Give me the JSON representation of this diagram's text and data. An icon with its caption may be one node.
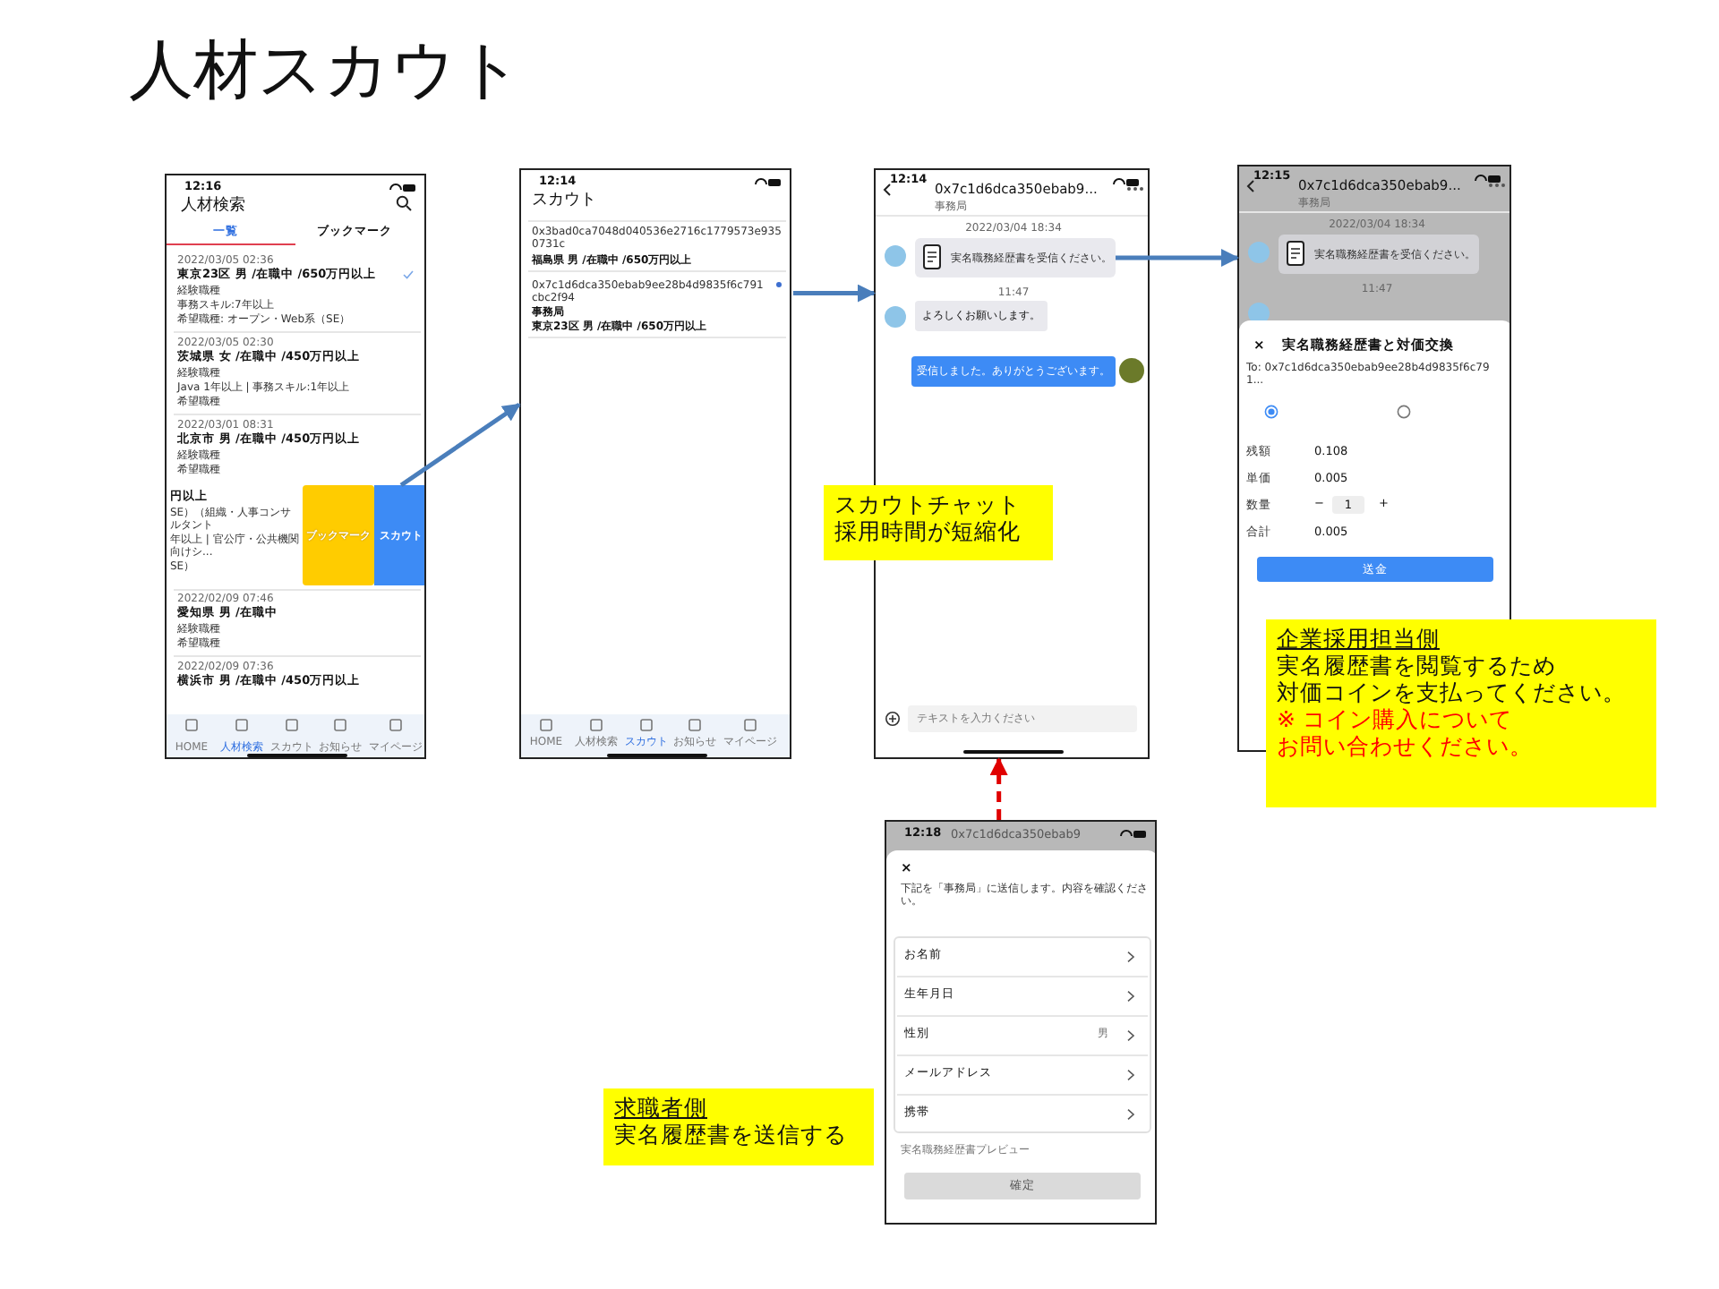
{
  "diagram": {
    "title": "人材スカウト",
    "nodes": [
      {
        "text": [
          "12:16",
          "人材検索",
          "一覧",
          "ブックマーク",
          "2022/03/05 02:36",
          "東京23区 男 /在職中 /650万円以上",
          "経験職種",
          "事務スキル:7年以上",
          "希望職種: オープン・Web系（SE）",
          "2022/03/05 02:30",
          "茨城県 女 /在職中 /450万円以上",
          "経験職種",
          "Java 1年以上 | 事務スキル:1年以上",
          "希望職種",
          "2022/03/01 08:31",
          "北京市 男 /在職中 /450万円以上",
          "経験職種",
          "希望職種",
          "円以上",
          "SE）（組織・人事コンサルタント",
          "年以上 | 官公庁・公共機関向けシ...",
          "SE）",
          "ブックマーク",
          "2022/02/09 07:46",
          "愛知県 男 /在職中",
          "経験職種",
          "希望職種",
          "2022/02/09 07:36",
          "横浜市 男 /在職中 /450万円以上",
          "HOME",
          "人材検索",
          "スカウト",
          "お知らせ",
          "マイページ"
        ]
      },
      {
        "text": [
          "スカウト"
        ],
        "in": 0
      },
      {
        "text": [
          "12:14",
          "スカウト",
          "0x3bad0ca7048d040536e2716c1779573e9350731c",
          "福島県 男 /在職中 /650万円以上",
          "HOME",
          "人材検索",
          "スカウト",
          "お知らせ",
          "マイページ"
        ]
      },
      {
        "text": [
          "0x7c1d6dca350ebab9ee28b4d9835f6c791cbc2f94",
          "事務局",
          "東京23区 男 /在職中 /650万円以上"
        ],
        "in": 2
      },
      {
        "text": [
          "12:14",
          "0x7c1d6dca350ebab9...",
          "事務局",
          "2022/03/04 18:34",
          "11:47",
          "よろしくお願いします。",
          "受信しました。ありがとうございます。",
          "テキストを入力ください"
        ]
      },
      {
        "text": [
          "実名職務経歴書を受信ください。"
        ],
        "in": 4
      },
      {
        "text": [
          "12:15",
          "0x7c1d6dca350ebab9...",
          "事務局",
          "2022/03/04 18:34",
          "実名職務経歴書を受信ください。",
          "11:47",
          "×",
          "実名職務経歴書と対価交換",
          "To: 0x7c1d6dca350ebab9ee28b4d9835f6c791...",
          "残額",
          "0.108",
          "単価",
          "0.005",
          "数量",
          "−",
          "1",
          "+",
          "合計",
          "0.005",
          "送金"
        ]
      },
      {
        "text": [
          "12:18",
          "0x7c1d6dca350ebab9",
          "×",
          "下記を「事務局」に送信します。内容を確認ください。",
          "お名前",
          "生年月日",
          "性別",
          "男",
          "メールアドレス",
          "携帯",
          "実名職務経歴書プレビュー",
          "確定"
        ]
      },
      {
        "text": [
          "スカウトチャット",
          "採用時間が短縮化"
        ]
      },
      {
        "text": [
          "企業採用担当側",
          "実名履歴書を閲覧するため",
          "対価コインを支払ってください。",
          "※ コイン購入について",
          "お問い合わせください。"
        ]
      },
      {
        "text": [
          "求職者側",
          "実名履歴書を送信する"
        ]
      }
    ],
    "edges": [
      {
        "from": 1,
        "to": 2,
        "arrow": "to"
      },
      {
        "from": 3,
        "to": 4,
        "arrow": "to"
      },
      {
        "from": 5,
        "to": 6,
        "arrow": "to"
      },
      {
        "from": 7,
        "to": 4,
        "arrow": "to",
        "style": "dashed",
        "color": "#e00000"
      }
    ]
  }
}
